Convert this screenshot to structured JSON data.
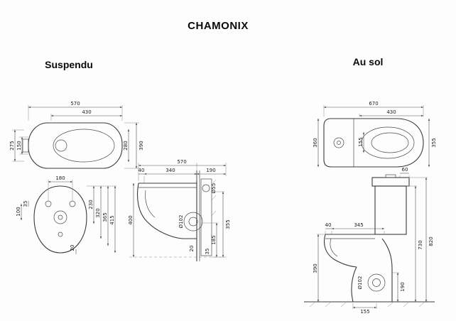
{
  "header": {
    "title": "CHAMONIX",
    "left_section": "Suspendu",
    "right_section": "Au sol"
  },
  "suspendu": {
    "top_view": {
      "overall_width": "570",
      "seat_width": "430",
      "overall_depth": "390",
      "opening_depth": "280",
      "left_inner": "150",
      "left_outer": "275"
    },
    "fixing_view": {
      "hole_spacing": "180",
      "offset_a": "35",
      "offset_b": "100",
      "depth_a": "230",
      "depth_b": "320",
      "depth_c": "365",
      "depth_d": "415",
      "bottom_offset": "20"
    },
    "side_view": {
      "overall_depth": "570",
      "front_segment": "40",
      "mid_segment": "340",
      "rear_segment": "190",
      "inlet_diameter": "Ø55",
      "outlet_diameter": "Ø102",
      "outlet_height": "185",
      "rear_height": "355",
      "body_height": "400",
      "bottom_a": "20",
      "bottom_b": "35"
    }
  },
  "au_sol": {
    "top_view": {
      "overall_width": "670",
      "seat_width": "430",
      "left_depth": "360",
      "right_depth": "355",
      "inner_depth": "155"
    },
    "side_view": {
      "lid_offset": "60",
      "front_segment": "40",
      "mid_segment": "345",
      "cistern_height": "730",
      "overall_height": "820",
      "seat_height": "390",
      "outlet_diameter": "Ø102",
      "outlet_height": "190",
      "base_width": "155"
    }
  }
}
